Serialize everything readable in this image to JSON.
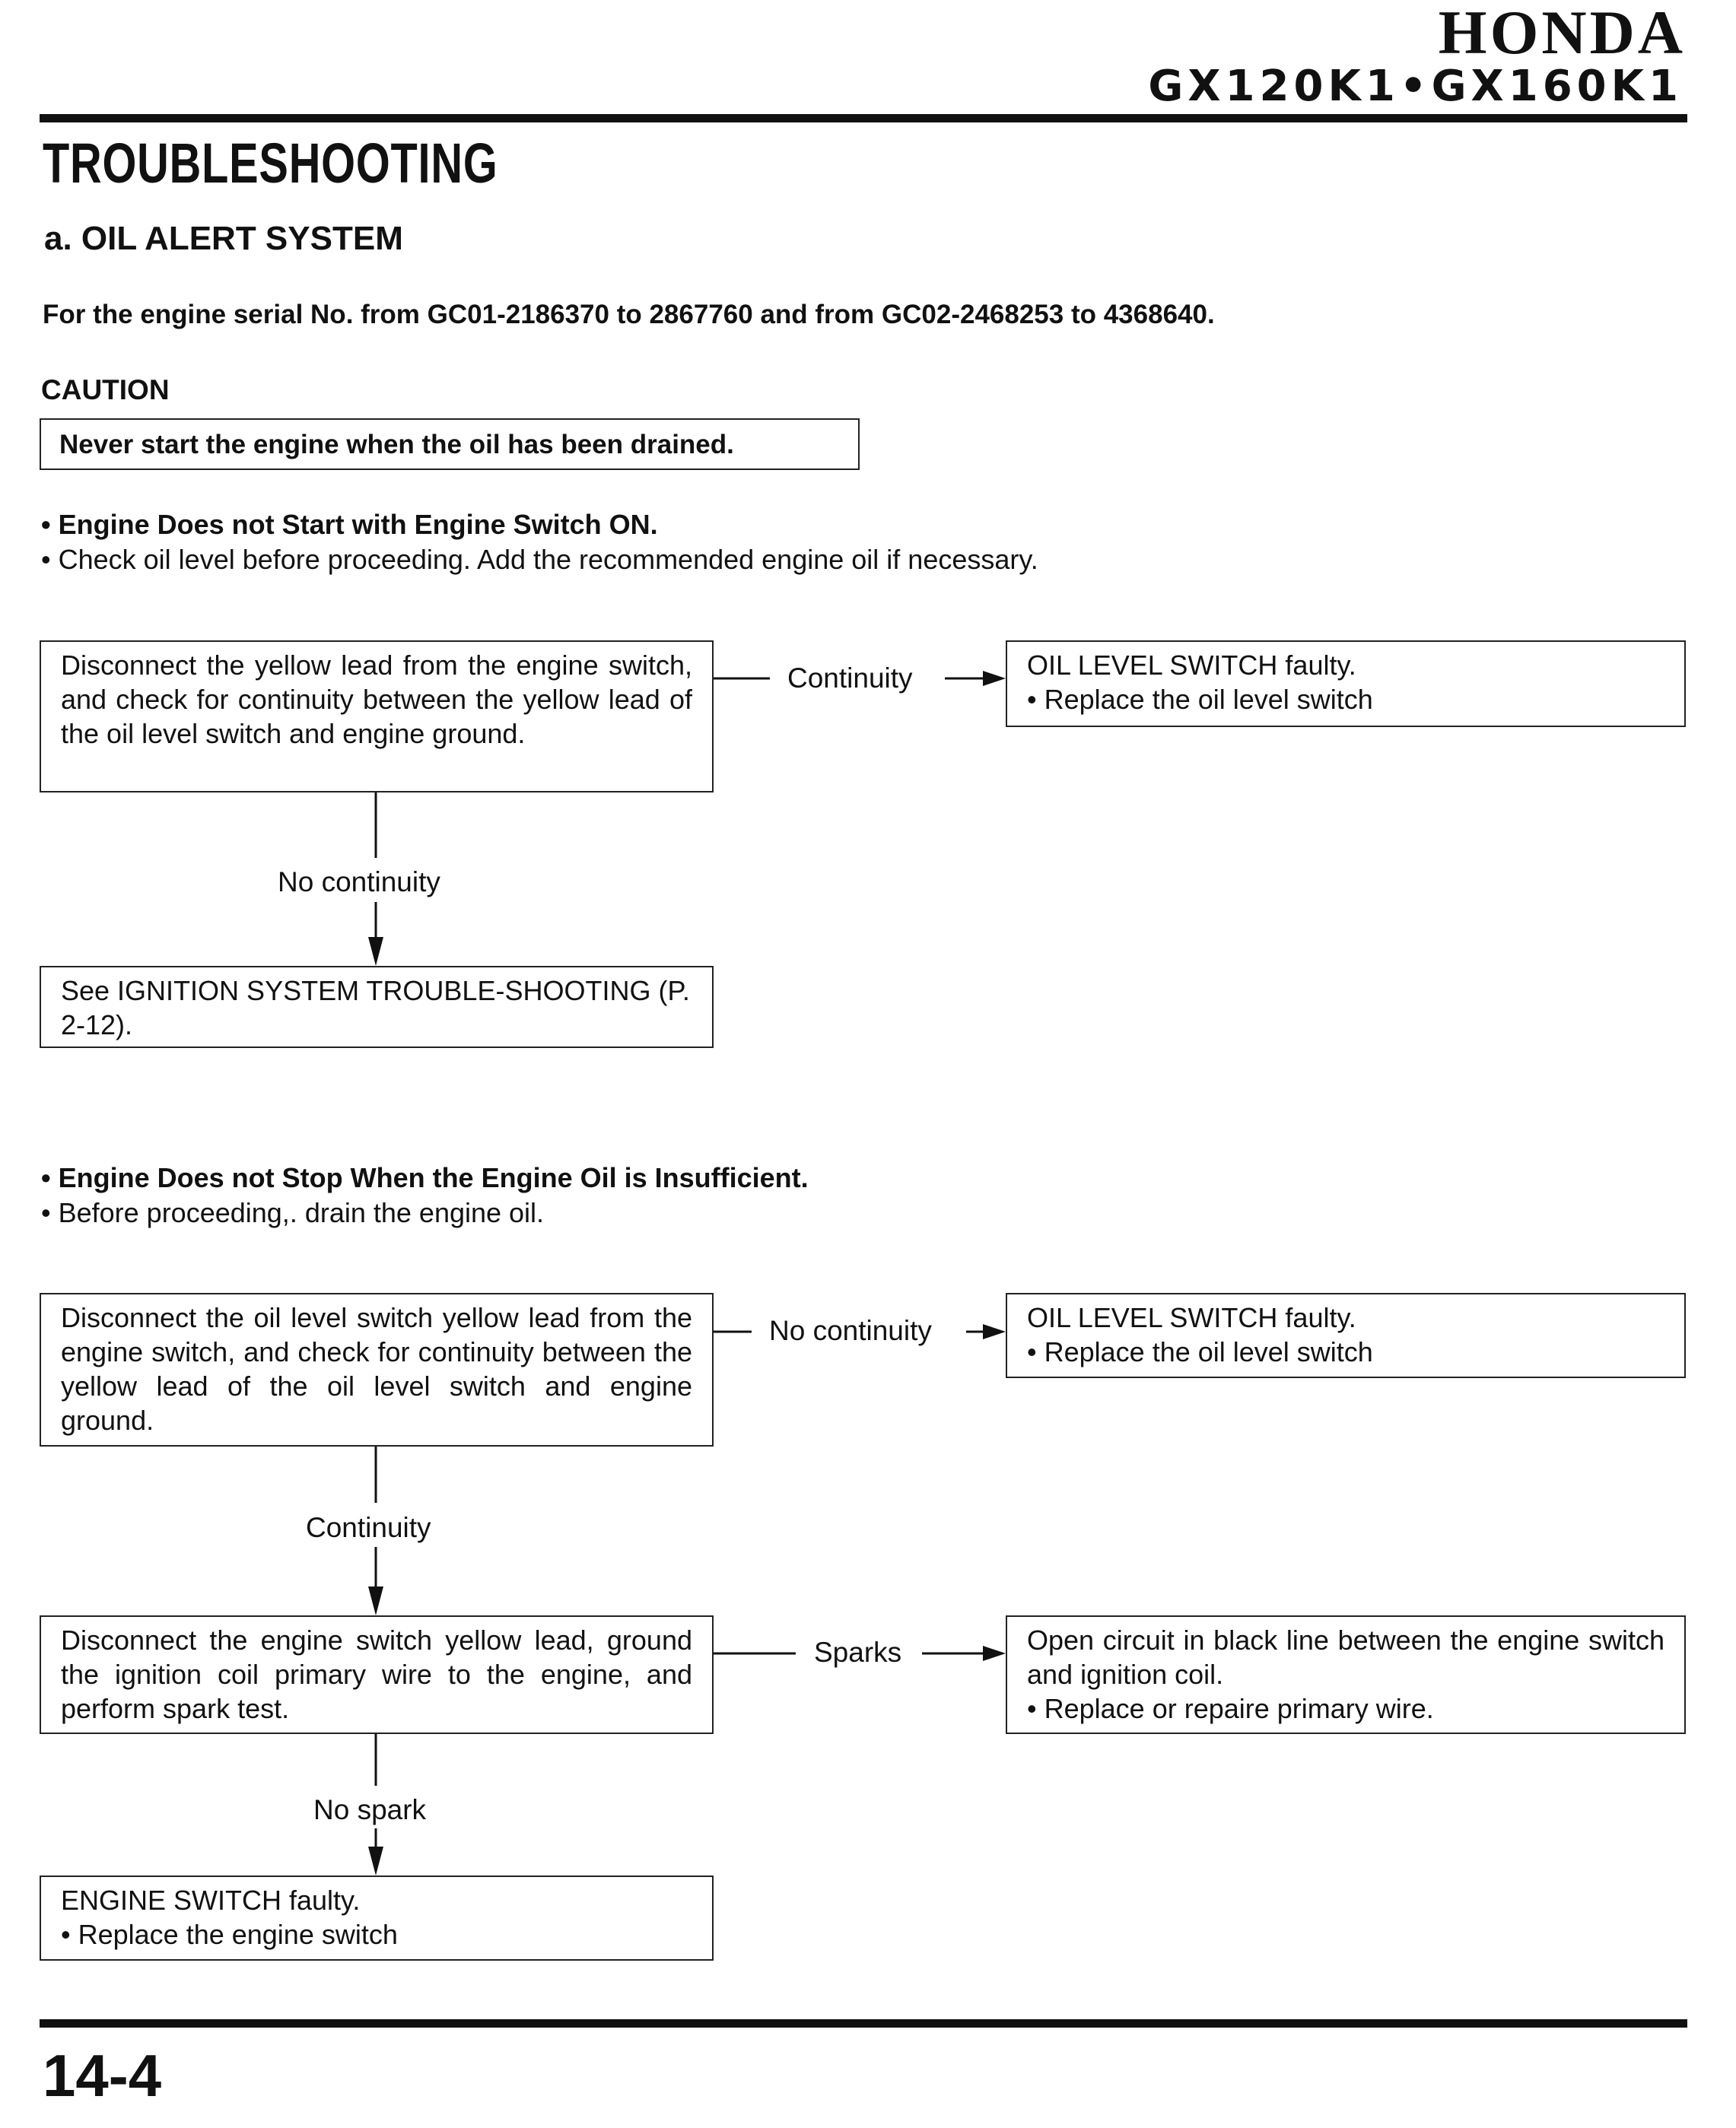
{
  "header": {
    "brand": "HONDA",
    "model": "GX120K1•GX160K1"
  },
  "page_title": "TROUBLESHOOTING",
  "section_title": "a. OIL ALERT SYSTEM",
  "serial_note": "For the engine serial No. from GC01-2186370 to 2867760 and from GC02-2468253 to 4368640.",
  "caution": {
    "label": "CAUTION",
    "text": "Never start the engine when the oil has been drained."
  },
  "flow1": {
    "heading": "• Engine Does not Start with Engine Switch ON.",
    "note": "• Check oil level before proceeding. Add the recommended engine oil if necessary.",
    "step1": "Disconnect the yellow lead from the engine switch, and check for continuity between the yellow lead of the oil level switch and engine ground.",
    "right_label": "Continuity",
    "right_result_line1": "OIL LEVEL SWITCH faulty.",
    "right_result_line2": "• Replace the oil level switch",
    "down_label": "No continuity",
    "down_result": "See IGNITION SYSTEM TROUBLE-SHOOTING (P. 2-12)."
  },
  "flow2": {
    "heading": "• Engine Does not Stop When the Engine Oil is Insufficient.",
    "note": "• Before proceeding,. drain the engine oil.",
    "step1": "Disconnect the oil level switch yellow lead from the engine switch, and check for continuity between the yellow lead of the oil level switch and engine ground.",
    "right_label": "No continuity",
    "right_result_line1": "OIL LEVEL SWITCH faulty.",
    "right_result_line2": "• Replace the oil level switch",
    "down_label": "Continuity",
    "step2": "Disconnect the engine switch yellow lead, ground the ignition coil primary wire to the engine, and perform spark test.",
    "step2_right_label": "Sparks",
    "step2_right_result_line1": "Open circuit in black line between the engine switch and ignition coil.",
    "step2_right_result_line2": "• Replace or repaire primary wire.",
    "step2_down_label": "No spark",
    "final_line1": "ENGINE SWITCH faulty.",
    "final_line2": "• Replace the engine switch"
  },
  "footer": {
    "page_number": "14-4"
  }
}
